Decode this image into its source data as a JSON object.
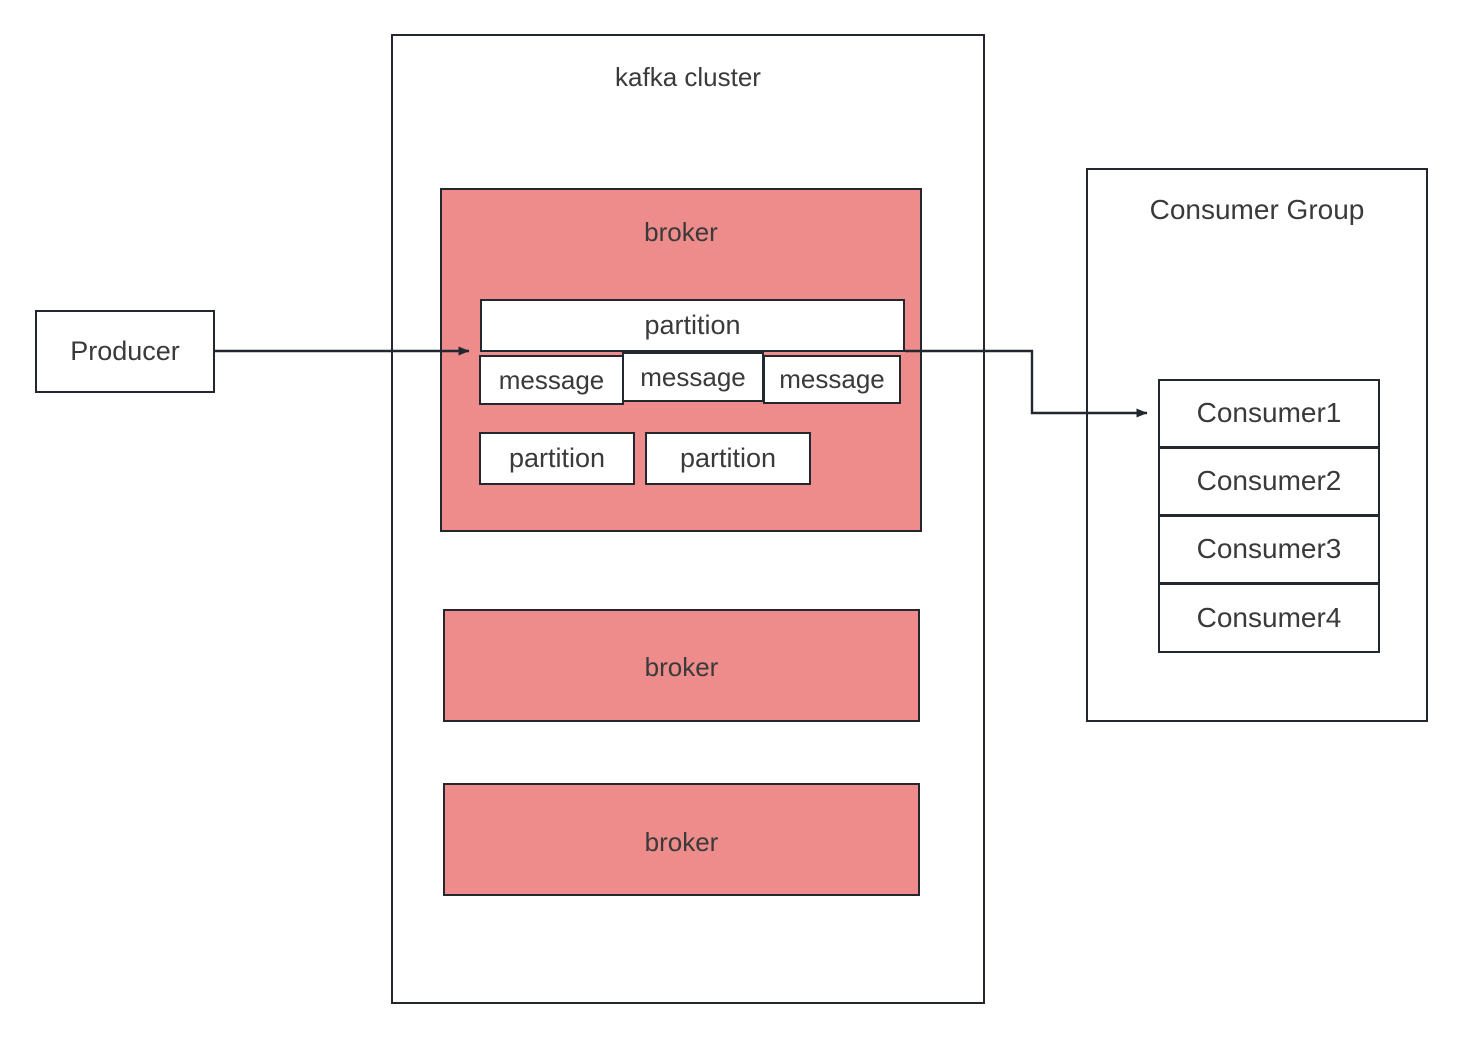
{
  "diagram": {
    "title_hidden": "Kafka architecture diagram",
    "colors": {
      "broker_fill": "#EE8C8C",
      "stroke": "#232730",
      "text": "#3A3A3A",
      "background": "#FFFFFF"
    },
    "producer": {
      "label": "Producer"
    },
    "cluster": {
      "title": "kafka cluster",
      "brokers": [
        {
          "label": "broker",
          "partitions": [
            {
              "label": "partition",
              "messages": [
                {
                  "label": "message"
                },
                {
                  "label": "message"
                },
                {
                  "label": "message"
                }
              ]
            },
            {
              "label": "partition",
              "messages": []
            },
            {
              "label": "partition",
              "messages": []
            }
          ]
        },
        {
          "label": "broker",
          "partitions": []
        },
        {
          "label": "broker",
          "partitions": []
        }
      ]
    },
    "consumer_group": {
      "title": "Consumer Group",
      "consumers": [
        {
          "label": "Consumer1"
        },
        {
          "label": "Consumer2"
        },
        {
          "label": "Consumer3"
        },
        {
          "label": "Consumer4"
        }
      ]
    },
    "connections": [
      {
        "name": "producer-to-partition",
        "from": "Producer",
        "to": "partition",
        "arrow": "end"
      },
      {
        "name": "partition-to-consumer1",
        "from": "partition",
        "to": "Consumer1",
        "arrow": "end"
      }
    ]
  }
}
